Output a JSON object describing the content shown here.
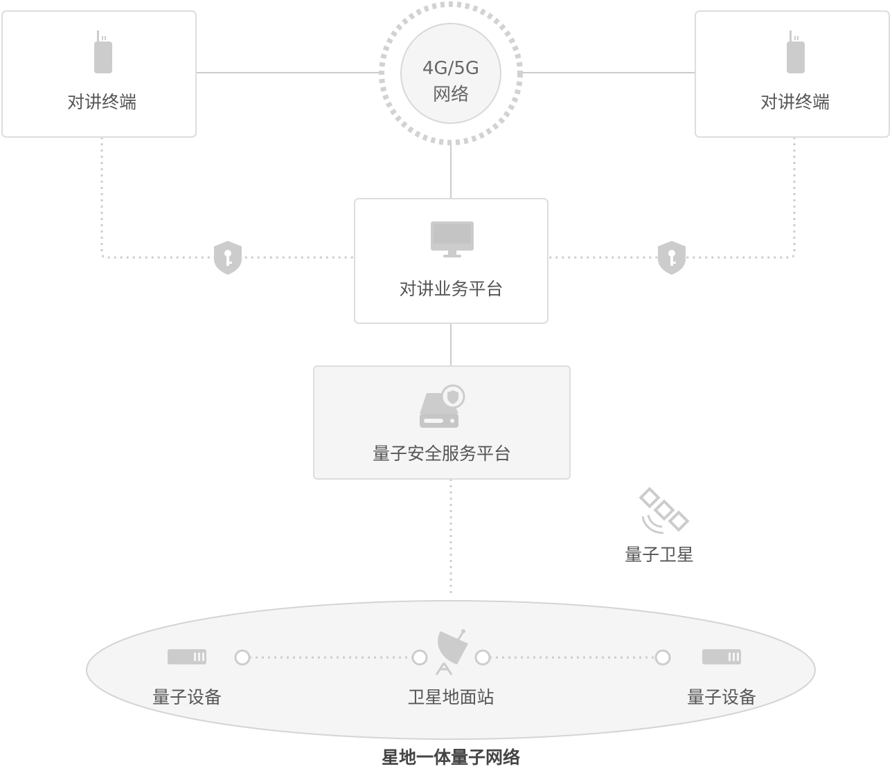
{
  "colors": {
    "line": "#cccccc",
    "box_border": "#dddddd",
    "icon": "#c8c8c8",
    "text": "#555555",
    "gray_fill": "#f5f5f5"
  },
  "network": {
    "line1": "4G/5G",
    "line2": "网络"
  },
  "terminal_left": {
    "label": "对讲终端",
    "icon": "walkie-talkie-icon"
  },
  "terminal_right": {
    "label": "对讲终端",
    "icon": "walkie-talkie-icon"
  },
  "ptt_platform": {
    "label": "对讲业务平台",
    "icon": "monitor-icon"
  },
  "quantum_platform": {
    "label": "量子安全服务平台",
    "icon": "secure-drive-icon"
  },
  "key_icon_left": "key-shield-icon",
  "key_icon_right": "key-shield-icon",
  "satellite": {
    "label": "量子卫星",
    "icon": "satellite-icon"
  },
  "ground": {
    "left_device": {
      "label": "量子设备",
      "icon": "server-icon"
    },
    "station": {
      "label": "卫星地面站",
      "icon": "satellite-dish-icon"
    },
    "right_device": {
      "label": "量子设备",
      "icon": "server-icon"
    },
    "caption": "星地一体量子网络"
  }
}
